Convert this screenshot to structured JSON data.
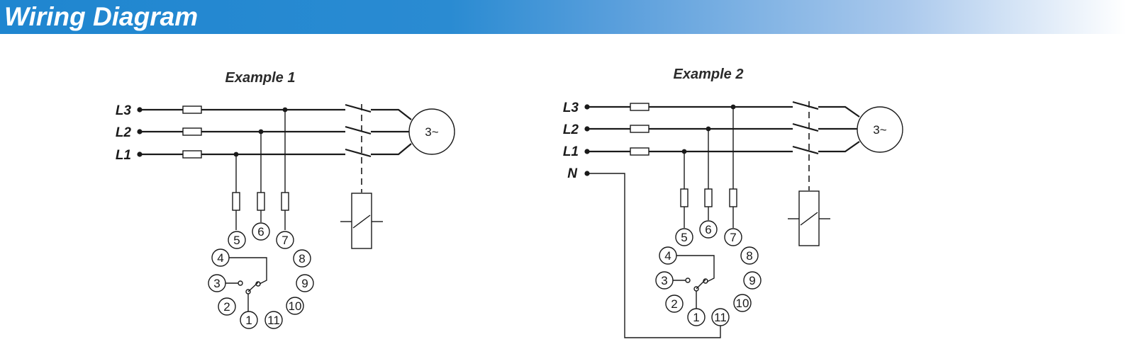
{
  "header": {
    "title": "Wiring Diagram"
  },
  "examples": [
    {
      "title": "Example 1",
      "lines": [
        "L3",
        "L2",
        "L1"
      ],
      "motor": "3~",
      "terminals": [
        "1",
        "2",
        "3",
        "4",
        "5",
        "6",
        "7",
        "8",
        "9",
        "10",
        "11"
      ]
    },
    {
      "title": "Example 2",
      "lines": [
        "L3",
        "L2",
        "L1",
        "N"
      ],
      "motor": "3~",
      "terminals": [
        "1",
        "2",
        "3",
        "4",
        "5",
        "6",
        "7",
        "8",
        "9",
        "10",
        "11"
      ]
    }
  ],
  "colors": {
    "header_start": "#1f86d0",
    "header_end": "#ffffff",
    "line": "#1a1a1a"
  }
}
